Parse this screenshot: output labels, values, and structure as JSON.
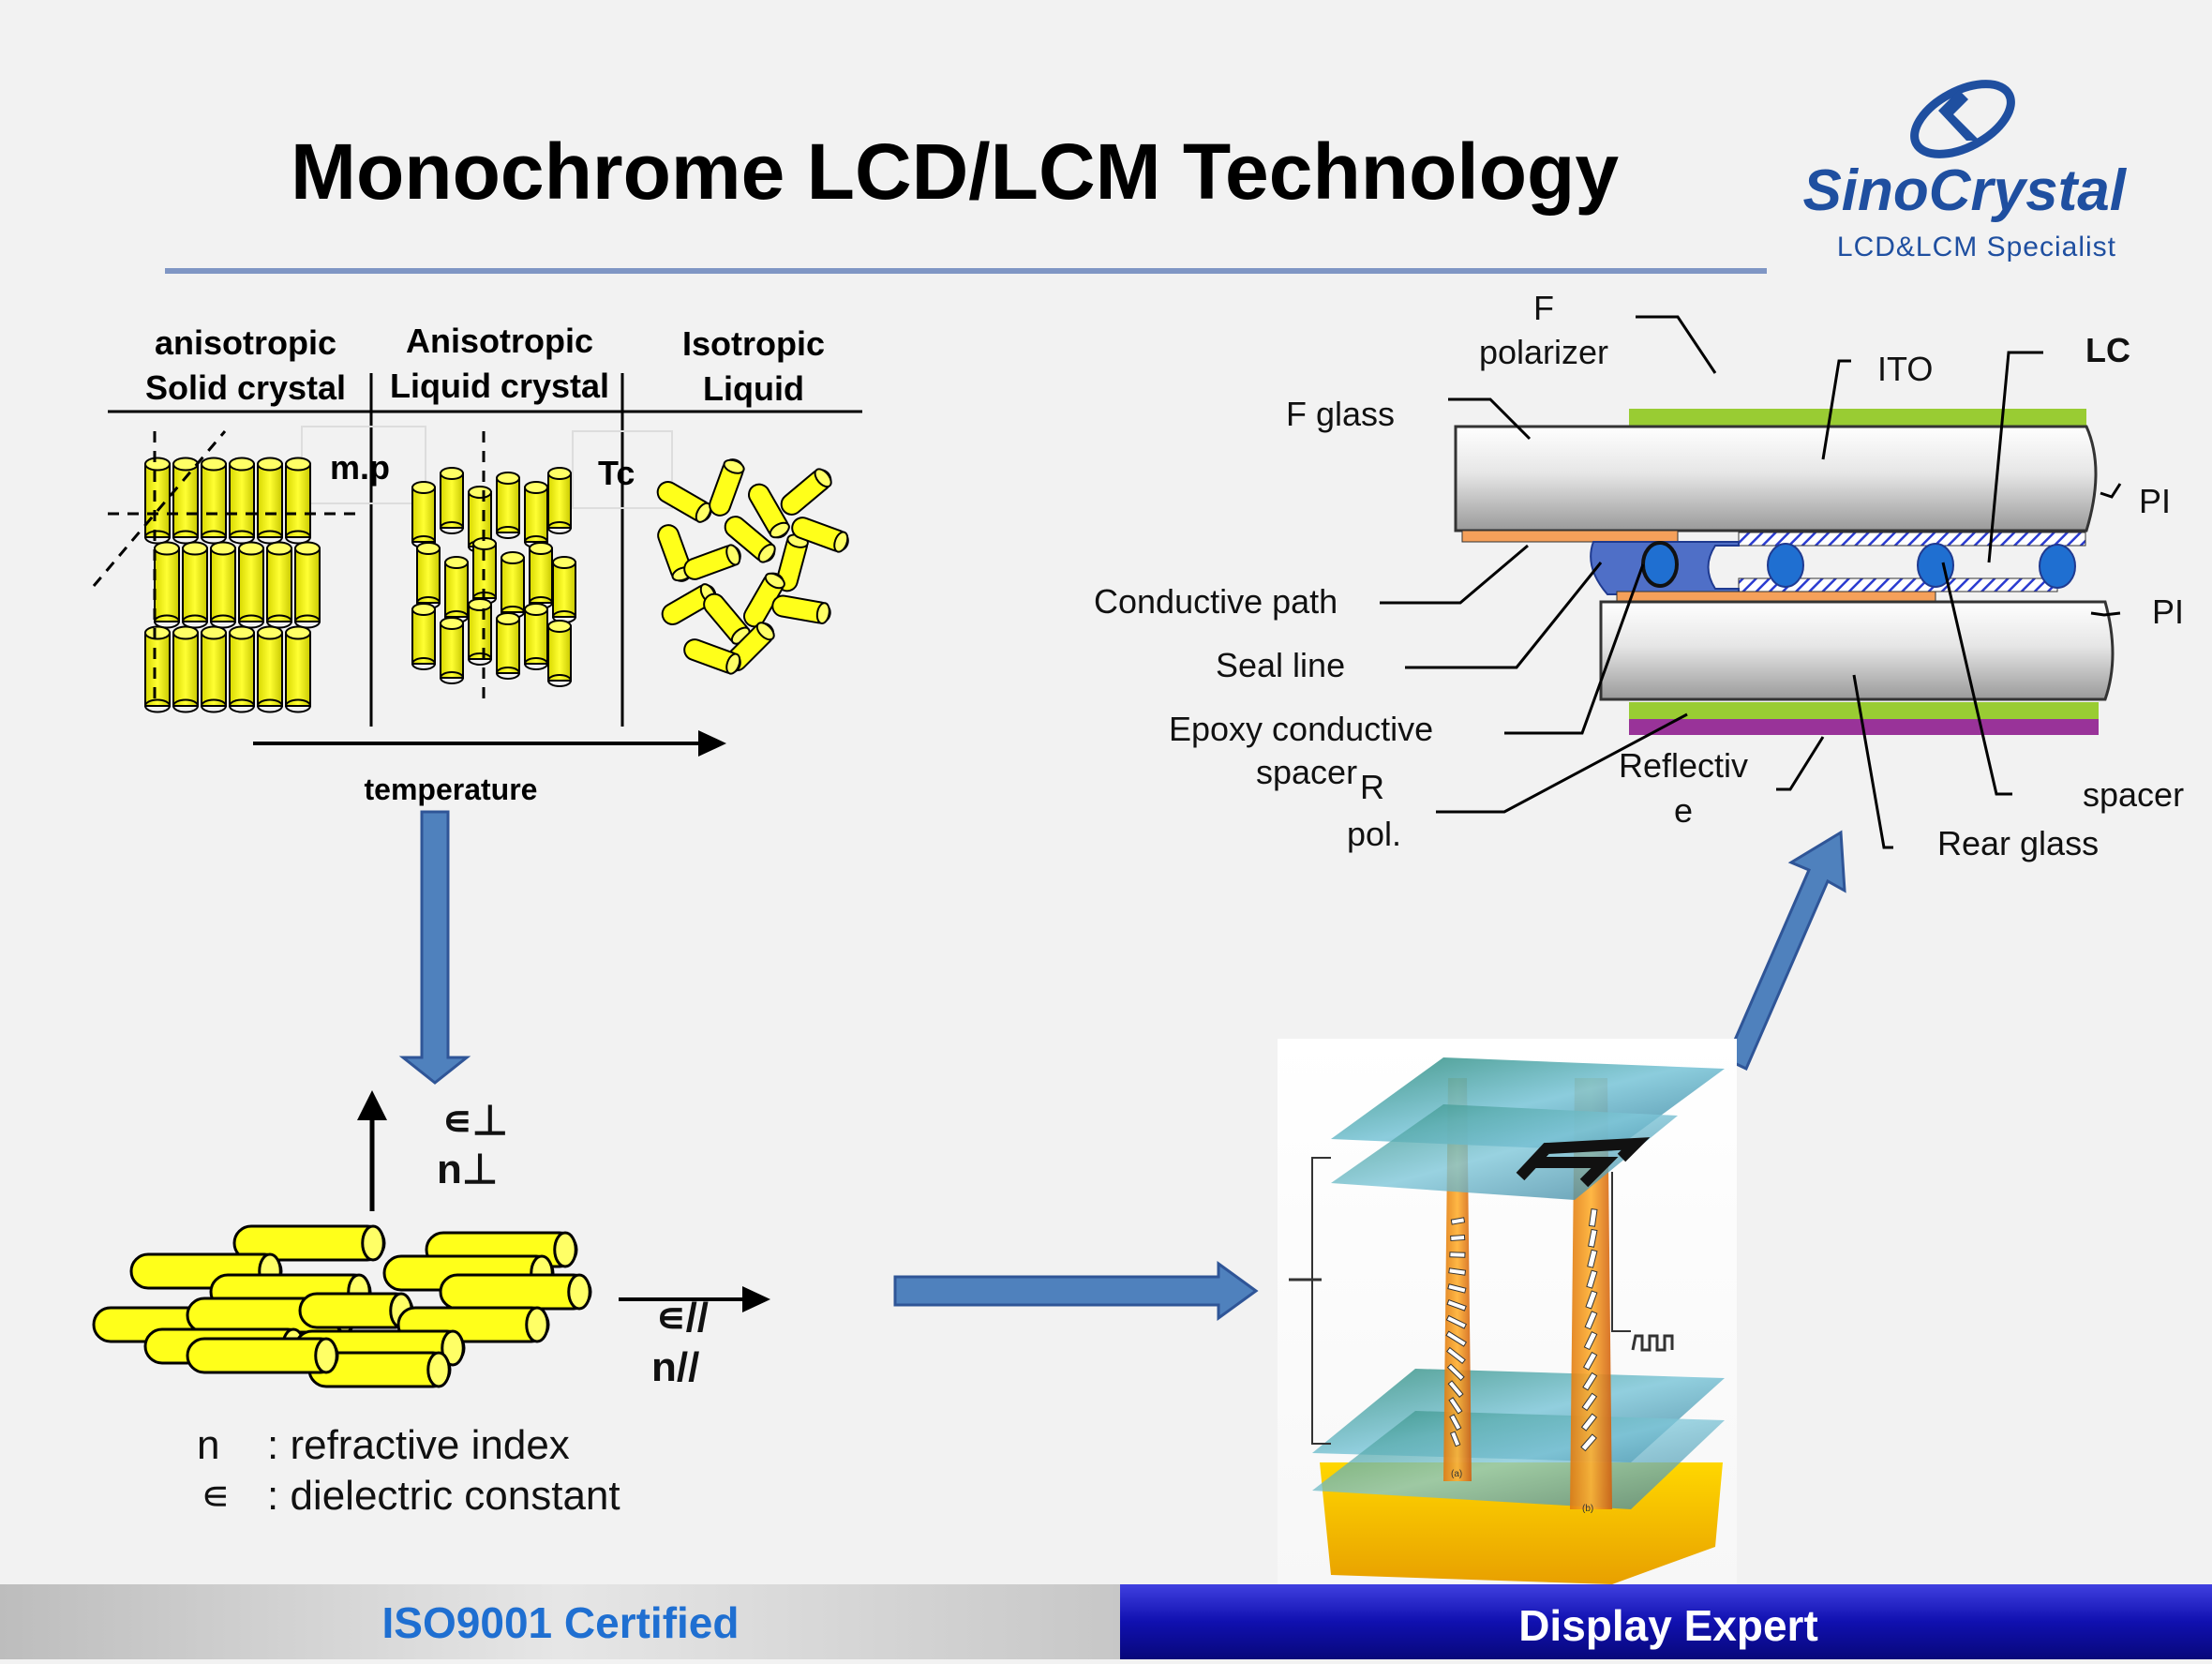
{
  "title": "Monochrome LCD/LCM Technology",
  "logo": {
    "brand": "SinoCrystal",
    "tagline": "LCD&LCM Specialist",
    "color": "#1f4fa0"
  },
  "phases": {
    "solid": [
      "anisotropic",
      "Solid crystal"
    ],
    "liquid_crystal": [
      "Anisotropic",
      "Liquid crystal"
    ],
    "isotropic": [
      "Isotropic",
      "Liquid"
    ],
    "mp": "m.p",
    "tc": "Tc",
    "temperature": "temperature"
  },
  "molecule": {
    "eps_perp": "∊⊥",
    "n_perp": "n⊥",
    "eps_par": "∊//",
    "n_par": "n//"
  },
  "legend": [
    {
      "symbol": "n",
      "text": ": refractive index"
    },
    {
      "symbol": "∊",
      "text": ": dielectric constant"
    }
  ],
  "cell": {
    "f_polarizer": [
      "F",
      "polarizer"
    ],
    "f_glass": "F glass",
    "ito": "ITO",
    "lc": "LC",
    "pi_top": "PI",
    "pi_bottom": "PI",
    "conductive_path": "Conductive path",
    "seal_line": "Seal line",
    "epoxy": [
      "Epoxy  conductive",
      "spacer"
    ],
    "r": "R",
    "pol": "pol.",
    "reflective": [
      "Reflectiv",
      "e"
    ],
    "spacer": "spacer",
    "rear_glass": "Rear glass"
  },
  "photo_text": {
    "a": "(a)",
    "b": "(b)"
  },
  "footer": {
    "left": "ISO9001 Certified",
    "right": "Display Expert"
  },
  "colors": {
    "accent_blue": "#4f81bd",
    "lc_yellow": "#ffff1a",
    "footer_blue": "#1414b4",
    "polarizer_green": "#99cc33",
    "reflective_purple": "#993399"
  }
}
